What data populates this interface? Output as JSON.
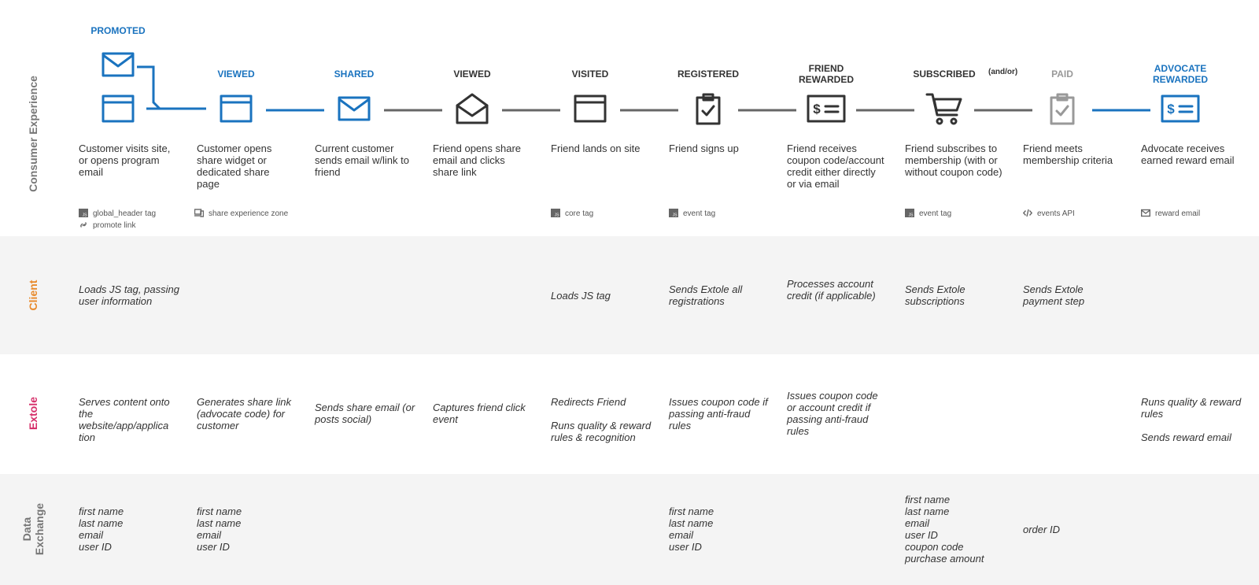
{
  "colors": {
    "blue": "#1a73bf",
    "dark": "#333333",
    "grey": "#999999",
    "client": "#e8892a",
    "extole": "#d62f6a",
    "data": "#777777",
    "band": "#f4f4f4"
  },
  "row_labels": {
    "consumer": "Consumer Experience",
    "client": "Client",
    "extole": "Extole",
    "data": "Data Exchange"
  },
  "and_or": "(and/or)",
  "stages": [
    {
      "label": "PROMOTED",
      "color": "blue",
      "icon": "email-and-browser-icon",
      "desc": "Customer visits site, or opens program email",
      "tags": [
        {
          "icon": "js-icon",
          "text": "global_header tag"
        },
        {
          "icon": "link-icon",
          "text": "promote link"
        }
      ],
      "client": "Loads JS tag, passing user information",
      "extole": "Serves content onto the website/app/applica tion",
      "data": "first name\nlast name\nemail\nuser ID"
    },
    {
      "label": "VIEWED",
      "color": "blue",
      "icon": "browser-window-icon",
      "desc": "Customer opens share widget or dedicated share page",
      "tags": [
        {
          "icon": "devices-icon",
          "text": "share experience zone"
        }
      ],
      "client": "",
      "extole": "Generates share link (advocate code) for customer",
      "data": "first name\nlast name\nemail\nuser ID"
    },
    {
      "label": "SHARED",
      "color": "blue",
      "icon": "envelope-icon",
      "desc": "Current customer sends email w/link to friend",
      "tags": [],
      "client": "",
      "extole": "Sends share email (or posts social)",
      "data": ""
    },
    {
      "label": "VIEWED",
      "color": "dark",
      "icon": "open-envelope-icon",
      "desc": "Friend opens share email and clicks share link",
      "tags": [],
      "client": "",
      "extole": "Captures friend click event",
      "data": ""
    },
    {
      "label": "VISITED",
      "color": "dark",
      "icon": "browser-window-icon",
      "desc": "Friend lands on site",
      "tags": [
        {
          "icon": "js-icon",
          "text": "core tag"
        }
      ],
      "client": "Loads JS tag",
      "extole": "Redirects Friend\n\nRuns quality & reward rules & recognition",
      "data": ""
    },
    {
      "label": "REGISTERED",
      "color": "dark",
      "icon": "clipboard-check-icon",
      "desc": "Friend signs up",
      "tags": [
        {
          "icon": "js-icon",
          "text": "event tag"
        }
      ],
      "client": "Sends Extole all registrations",
      "extole": "Issues coupon code if passing anti-fraud rules",
      "data": "first name\nlast name\nemail\nuser ID"
    },
    {
      "label": "FRIEND REWARDED",
      "color": "dark",
      "icon": "reward-card-icon",
      "desc": "Friend receives coupon code/account credit either directly or via email",
      "tags": [],
      "client": "Processes account credit (if applicable)",
      "extole": "Issues coupon code or account credit if passing anti-fraud rules",
      "data": ""
    },
    {
      "label": "SUBSCRIBED",
      "color": "dark",
      "icon": "shopping-cart-icon",
      "desc": "Friend subscribes to membership (with or without coupon code)",
      "tags": [
        {
          "icon": "js-icon",
          "text": "event tag"
        }
      ],
      "client": "Sends Extole subscriptions",
      "extole": "",
      "data": "first name\nlast name\nemail\nuser ID\ncoupon code\npurchase amount"
    },
    {
      "label": "PAID",
      "color": "grey",
      "icon": "clipboard-check-icon",
      "desc": "Friend meets membership criteria",
      "tags": [
        {
          "icon": "code-icon",
          "text": "events API"
        }
      ],
      "client": "Sends Extole payment step",
      "extole": "",
      "data": "order ID"
    },
    {
      "label": "ADVOCATE REWARDED",
      "color": "blue",
      "icon": "reward-card-icon",
      "desc": "Advocate receives earned reward email",
      "tags": [
        {
          "icon": "mail-icon",
          "text": "reward email"
        }
      ],
      "client": "",
      "extole": "Runs quality & reward rules\n\nSends reward email",
      "data": ""
    }
  ]
}
